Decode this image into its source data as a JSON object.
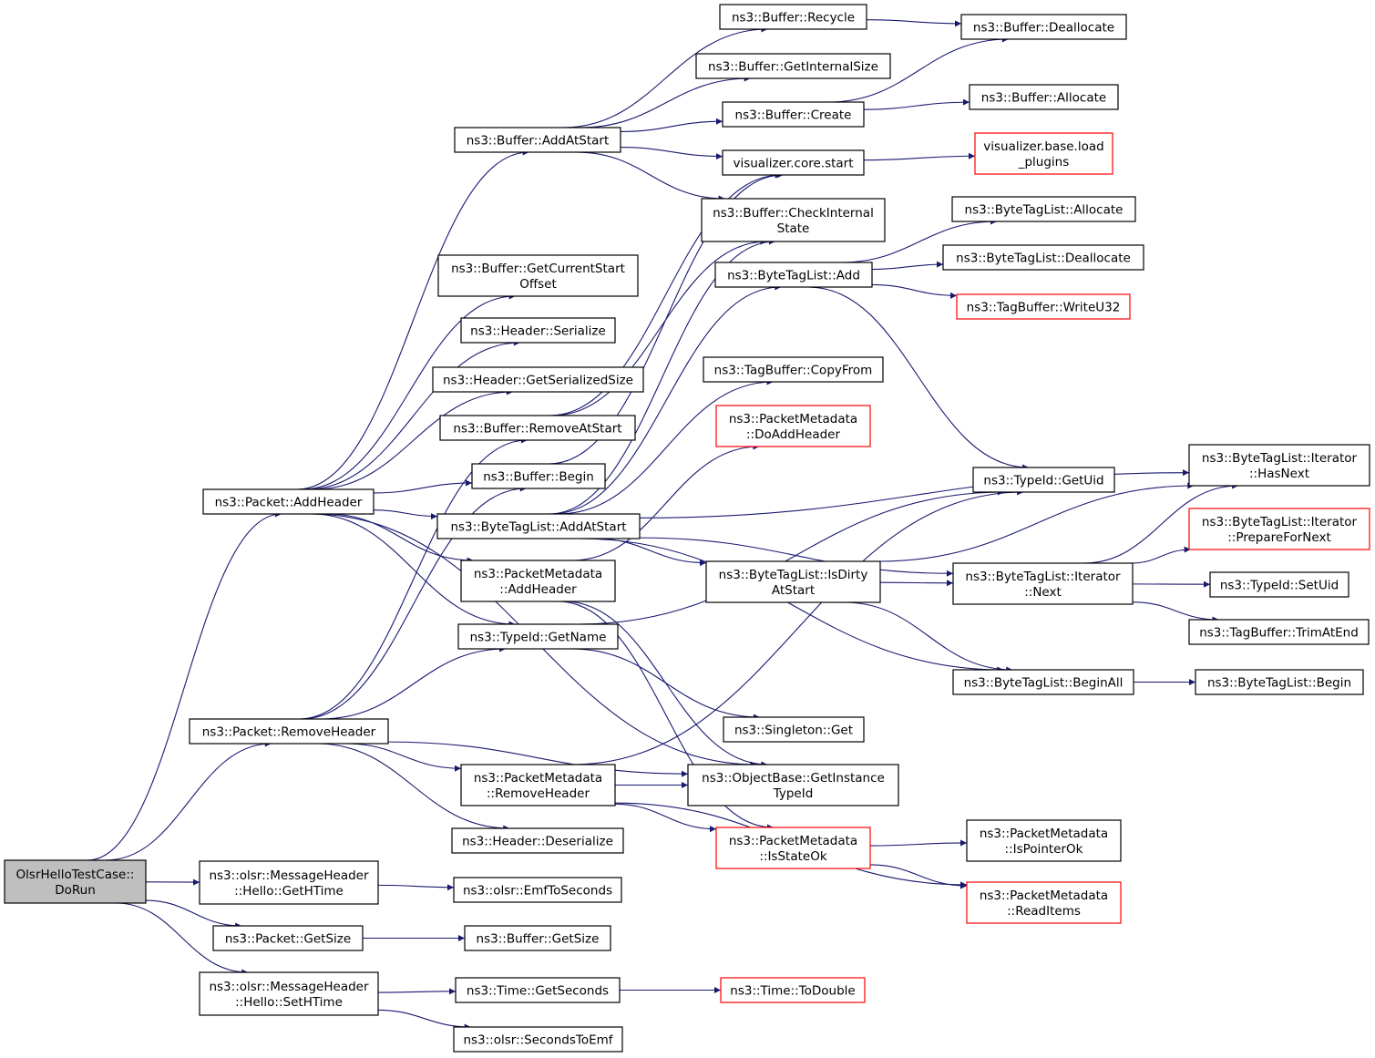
{
  "colors": {
    "edge": "#191970",
    "red_border": "#ff0000",
    "root_fill": "#bfbfbf"
  },
  "nodes": [
    {
      "id": "dorun",
      "lines": [
        "OlsrHelloTestCase::",
        "DoRun"
      ],
      "style": "root"
    },
    {
      "id": "p_addheader",
      "lines": [
        "ns3::Packet::AddHeader"
      ]
    },
    {
      "id": "p_removeheader",
      "lines": [
        "ns3::Packet::RemoveHeader"
      ]
    },
    {
      "id": "hello_gethtime",
      "lines": [
        "ns3::olsr::MessageHeader",
        "::Hello::GetHTime"
      ]
    },
    {
      "id": "p_getsize",
      "lines": [
        "ns3::Packet::GetSize"
      ]
    },
    {
      "id": "hello_sethtime",
      "lines": [
        "ns3::olsr::MessageHeader",
        "::Hello::SetHTime"
      ]
    },
    {
      "id": "buf_addatstart",
      "lines": [
        "ns3::Buffer::AddAtStart"
      ]
    },
    {
      "id": "buf_getcurrentstart",
      "lines": [
        "ns3::Buffer::GetCurrentStart",
        "Offset"
      ]
    },
    {
      "id": "hdr_serialize",
      "lines": [
        "ns3::Header::Serialize"
      ]
    },
    {
      "id": "hdr_getserializedsize",
      "lines": [
        "ns3::Header::GetSerializedSize"
      ]
    },
    {
      "id": "buf_removeatstart",
      "lines": [
        "ns3::Buffer::RemoveAtStart"
      ]
    },
    {
      "id": "buf_begin",
      "lines": [
        "ns3::Buffer::Begin"
      ]
    },
    {
      "id": "btl_addatstart",
      "lines": [
        "ns3::ByteTagList::AddAtStart"
      ]
    },
    {
      "id": "pm_addheader",
      "lines": [
        "ns3::PacketMetadata",
        "::AddHeader"
      ]
    },
    {
      "id": "typeid_getname",
      "lines": [
        "ns3::TypeId::GetName"
      ]
    },
    {
      "id": "pm_removeheader",
      "lines": [
        "ns3::PacketMetadata",
        "::RemoveHeader"
      ]
    },
    {
      "id": "hdr_deserialize",
      "lines": [
        "ns3::Header::Deserialize"
      ]
    },
    {
      "id": "emftoseconds",
      "lines": [
        "ns3::olsr::EmfToSeconds"
      ]
    },
    {
      "id": "buf_getsize",
      "lines": [
        "ns3::Buffer::GetSize"
      ]
    },
    {
      "id": "time_getseconds",
      "lines": [
        "ns3::Time::GetSeconds"
      ]
    },
    {
      "id": "secondstoemf",
      "lines": [
        "ns3::olsr::SecondsToEmf"
      ]
    },
    {
      "id": "buf_recycle",
      "lines": [
        "ns3::Buffer::Recycle"
      ]
    },
    {
      "id": "buf_getinternalsize",
      "lines": [
        "ns3::Buffer::GetInternalSize"
      ]
    },
    {
      "id": "buf_create",
      "lines": [
        "ns3::Buffer::Create"
      ]
    },
    {
      "id": "viz_core_start",
      "lines": [
        "visualizer.core.start"
      ]
    },
    {
      "id": "buf_checkinternal",
      "lines": [
        "ns3::Buffer::CheckInternal",
        "State"
      ]
    },
    {
      "id": "btl_add",
      "lines": [
        "ns3::ByteTagList::Add"
      ]
    },
    {
      "id": "tagbuf_copyfrom",
      "lines": [
        "ns3::TagBuffer::CopyFrom"
      ]
    },
    {
      "id": "pm_doaddheader",
      "lines": [
        "ns3::PacketMetadata",
        "::DoAddHeader"
      ],
      "style": "red"
    },
    {
      "id": "btl_isdirty",
      "lines": [
        "ns3::ByteTagList::IsDirty",
        "AtStart"
      ]
    },
    {
      "id": "singleton_get",
      "lines": [
        "ns3::Singleton::Get"
      ]
    },
    {
      "id": "ob_getinstancetypeid",
      "lines": [
        "ns3::ObjectBase::GetInstance",
        "TypeId"
      ]
    },
    {
      "id": "pm_isstateok",
      "lines": [
        "ns3::PacketMetadata",
        "::IsStateOk"
      ],
      "style": "red"
    },
    {
      "id": "time_todouble",
      "lines": [
        "ns3::Time::ToDouble"
      ],
      "style": "red"
    },
    {
      "id": "buf_deallocate",
      "lines": [
        "ns3::Buffer::Deallocate"
      ]
    },
    {
      "id": "buf_allocate",
      "lines": [
        "ns3::Buffer::Allocate"
      ]
    },
    {
      "id": "viz_base_load",
      "lines": [
        "visualizer.base.load",
        "_plugins"
      ],
      "style": "red"
    },
    {
      "id": "btl_allocate",
      "lines": [
        "ns3::ByteTagList::Allocate"
      ]
    },
    {
      "id": "btl_deallocate",
      "lines": [
        "ns3::ByteTagList::Deallocate"
      ]
    },
    {
      "id": "tagbuf_writeu32",
      "lines": [
        "ns3::TagBuffer::WriteU32"
      ],
      "style": "red"
    },
    {
      "id": "typeid_getuid",
      "lines": [
        "ns3::TypeId::GetUid"
      ]
    },
    {
      "id": "btl_iter_next",
      "lines": [
        "ns3::ByteTagList::Iterator",
        "::Next"
      ]
    },
    {
      "id": "btl_beginall",
      "lines": [
        "ns3::ByteTagList::BeginAll"
      ]
    },
    {
      "id": "pm_ispointerok",
      "lines": [
        "ns3::PacketMetadata",
        "::IsPointerOk"
      ]
    },
    {
      "id": "pm_readitems",
      "lines": [
        "ns3::PacketMetadata",
        "::ReadItems"
      ],
      "style": "red"
    },
    {
      "id": "btl_iter_hasnext",
      "lines": [
        "ns3::ByteTagList::Iterator",
        "::HasNext"
      ]
    },
    {
      "id": "btl_iter_preparefornext",
      "lines": [
        "ns3::ByteTagList::Iterator",
        "::PrepareForNext"
      ],
      "style": "red"
    },
    {
      "id": "typeid_setuid",
      "lines": [
        "ns3::TypeId::SetUid"
      ]
    },
    {
      "id": "tagbuf_trimatend",
      "lines": [
        "ns3::TagBuffer::TrimAtEnd"
      ]
    },
    {
      "id": "btl_begin",
      "lines": [
        "ns3::ByteTagList::Begin"
      ]
    }
  ],
  "edges": [
    [
      "dorun",
      "p_addheader"
    ],
    [
      "dorun",
      "p_removeheader"
    ],
    [
      "dorun",
      "hello_gethtime"
    ],
    [
      "dorun",
      "p_getsize"
    ],
    [
      "dorun",
      "hello_sethtime"
    ],
    [
      "p_addheader",
      "buf_addatstart"
    ],
    [
      "p_addheader",
      "buf_getcurrentstart"
    ],
    [
      "p_addheader",
      "hdr_serialize"
    ],
    [
      "p_addheader",
      "hdr_getserializedsize"
    ],
    [
      "p_addheader",
      "buf_begin"
    ],
    [
      "p_addheader",
      "btl_addatstart"
    ],
    [
      "p_addheader",
      "pm_addheader"
    ],
    [
      "p_addheader",
      "typeid_getname"
    ],
    [
      "p_addheader",
      "ob_getinstancetypeid"
    ],
    [
      "p_removeheader",
      "buf_removeatstart"
    ],
    [
      "p_removeheader",
      "buf_begin"
    ],
    [
      "p_removeheader",
      "typeid_getname"
    ],
    [
      "p_removeheader",
      "pm_removeheader"
    ],
    [
      "p_removeheader",
      "hdr_deserialize"
    ],
    [
      "p_removeheader",
      "ob_getinstancetypeid"
    ],
    [
      "hello_gethtime",
      "emftoseconds"
    ],
    [
      "p_getsize",
      "buf_getsize"
    ],
    [
      "hello_sethtime",
      "time_getseconds"
    ],
    [
      "hello_sethtime",
      "secondstoemf"
    ],
    [
      "buf_addatstart",
      "buf_recycle"
    ],
    [
      "buf_addatstart",
      "buf_getinternalsize"
    ],
    [
      "buf_addatstart",
      "buf_create"
    ],
    [
      "buf_addatstart",
      "viz_core_start"
    ],
    [
      "buf_addatstart",
      "buf_checkinternal"
    ],
    [
      "buf_recycle",
      "buf_deallocate"
    ],
    [
      "buf_create",
      "buf_deallocate"
    ],
    [
      "buf_create",
      "buf_allocate"
    ],
    [
      "viz_core_start",
      "viz_base_load"
    ],
    [
      "buf_removeatstart",
      "viz_core_start"
    ],
    [
      "buf_removeatstart",
      "buf_checkinternal"
    ],
    [
      "buf_begin",
      "viz_core_start"
    ],
    [
      "btl_addatstart",
      "buf_checkinternal"
    ],
    [
      "btl_addatstart",
      "btl_add"
    ],
    [
      "btl_addatstart",
      "tagbuf_copyfrom"
    ],
    [
      "btl_addatstart",
      "btl_iter_hasnext"
    ],
    [
      "btl_addatstart",
      "btl_isdirty"
    ],
    [
      "btl_addatstart",
      "btl_iter_next"
    ],
    [
      "btl_addatstart",
      "btl_beginall"
    ],
    [
      "pm_addheader",
      "pm_doaddheader"
    ],
    [
      "pm_addheader",
      "ob_getinstancetypeid"
    ],
    [
      "pm_addheader",
      "pm_isstateok"
    ],
    [
      "pm_removeheader",
      "typeid_getuid"
    ],
    [
      "pm_removeheader",
      "ob_getinstancetypeid"
    ],
    [
      "pm_removeheader",
      "pm_isstateok"
    ],
    [
      "pm_removeheader",
      "pm_readitems"
    ],
    [
      "typeid_getname",
      "singleton_get"
    ],
    [
      "time_getseconds",
      "time_todouble"
    ],
    [
      "btl_add",
      "btl_allocate"
    ],
    [
      "btl_add",
      "btl_deallocate"
    ],
    [
      "btl_add",
      "tagbuf_writeu32"
    ],
    [
      "btl_add",
      "typeid_getuid"
    ],
    [
      "btl_isdirty",
      "btl_iter_hasnext"
    ],
    [
      "btl_isdirty",
      "btl_iter_next"
    ],
    [
      "btl_isdirty",
      "btl_beginall"
    ],
    [
      "pm_isstateok",
      "pm_ispointerok"
    ],
    [
      "pm_isstateok",
      "pm_readitems"
    ],
    [
      "btl_iter_next",
      "btl_iter_hasnext"
    ],
    [
      "btl_iter_next",
      "btl_iter_preparefornext"
    ],
    [
      "btl_iter_next",
      "typeid_setuid"
    ],
    [
      "btl_iter_next",
      "tagbuf_trimatend"
    ],
    [
      "btl_beginall",
      "btl_begin"
    ],
    [
      "typeid_getname",
      "typeid_getuid"
    ]
  ]
}
